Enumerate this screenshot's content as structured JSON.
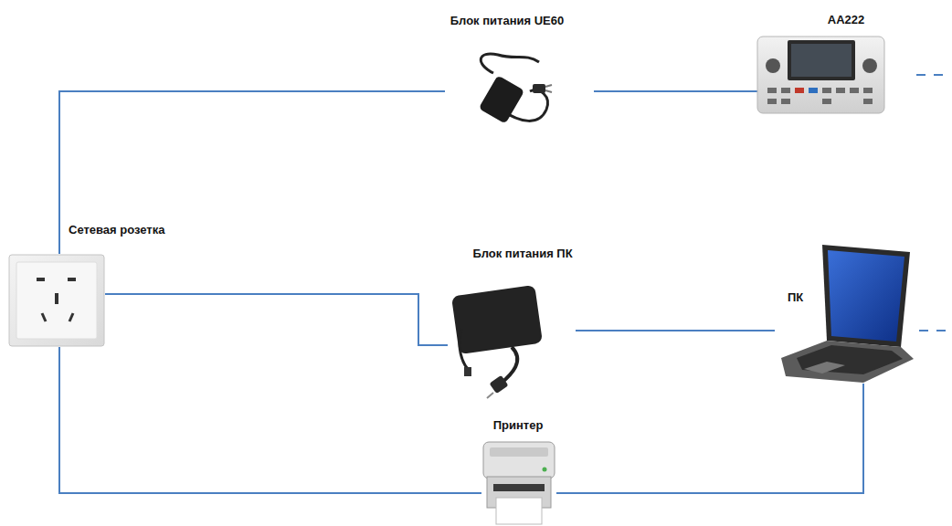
{
  "diagram": {
    "nodes": [
      {
        "text": [
          "Блок питания UE60"
        ]
      },
      {
        "text": [
          "AA222"
        ]
      },
      {
        "text": [
          "Сетевая розетка"
        ]
      },
      {
        "text": [
          "Блок питания ПК"
        ]
      },
      {
        "text": [
          "ПК"
        ]
      },
      {
        "text": [
          "Принтер"
        ]
      }
    ],
    "edges": [
      {
        "from": 2,
        "to": 0,
        "arrow": "none"
      },
      {
        "from": 0,
        "to": 1,
        "arrow": "none"
      },
      {
        "from": 2,
        "to": 3,
        "arrow": "none"
      },
      {
        "from": 3,
        "to": 4,
        "arrow": "none"
      },
      {
        "from": 2,
        "to": 5,
        "arrow": "none"
      },
      {
        "from": 5,
        "to": 4,
        "arrow": "none"
      }
    ]
  }
}
